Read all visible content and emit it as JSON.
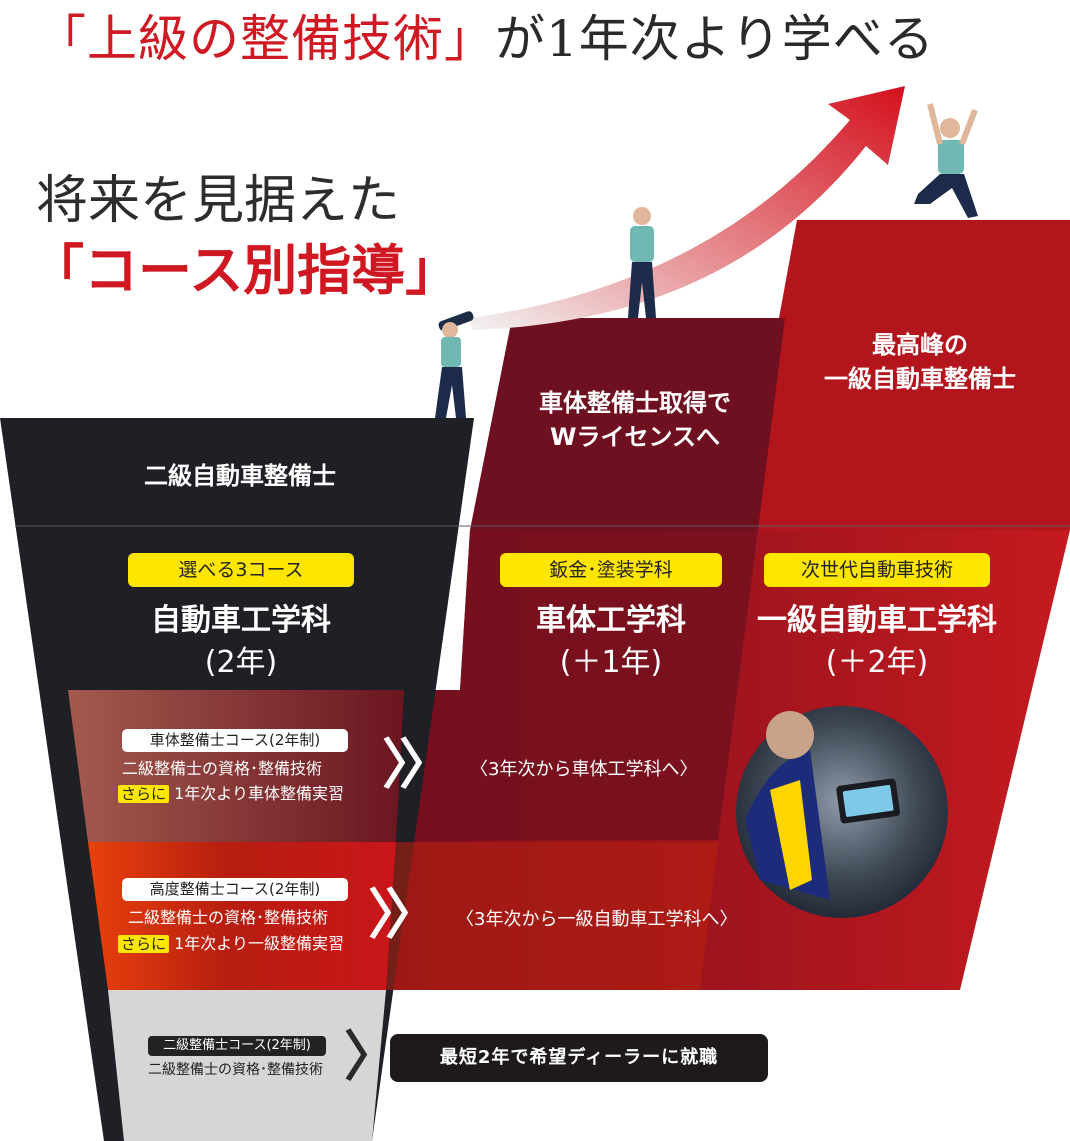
{
  "headline": {
    "red": "「上級の整備技術」",
    "dark": "が1年次より学べる"
  },
  "sub_heading": {
    "line1": "将来を見据えた",
    "line2": "「コース別指導」"
  },
  "steps": {
    "base": {
      "title": "二級自動車整備士"
    },
    "middle": {
      "title_line1": "車体整備士取得で",
      "title_line2": "Wライセンスへ"
    },
    "top": {
      "title_line1": "最高峰の",
      "title_line2": "一級自動車整備士"
    }
  },
  "departments": [
    {
      "pill": "選べる3コース",
      "name": "自動車工学科",
      "years": "(2年)"
    },
    {
      "pill": "鈑金･塗装学科",
      "name": "車体工学科",
      "years": "(＋1年)"
    },
    {
      "pill": "次世代自動車技術",
      "name": "一級自動車工学科",
      "years": "(＋2年)"
    }
  ],
  "courses": [
    {
      "tag": "車体整備士コース(2年制)",
      "line1": "二級整備士の資格･整備技術",
      "highlight": "さらに",
      "line2": "1年次より車体整備実習",
      "next": "〈3年次から車体工学科へ〉"
    },
    {
      "tag": "高度整備士コース(2年制)",
      "line1": "二級整備士の資格･整備技術",
      "highlight": "さらに",
      "line2": "1年次より一級整備実習",
      "next": "〈3年次から一級自動車工学科へ〉"
    },
    {
      "tag": "二級整備士コース(2年制)",
      "line1": "二級整備士の資格･整備技術"
    }
  ],
  "outcome": "最短2年で希望ディーラーに就職",
  "chevron": "〉〉",
  "colors": {
    "accent_red": "#cf1a24",
    "dark_navy": "#1f1f26",
    "maroon": "#6f1020",
    "pill_yellow": "#ffe600"
  }
}
